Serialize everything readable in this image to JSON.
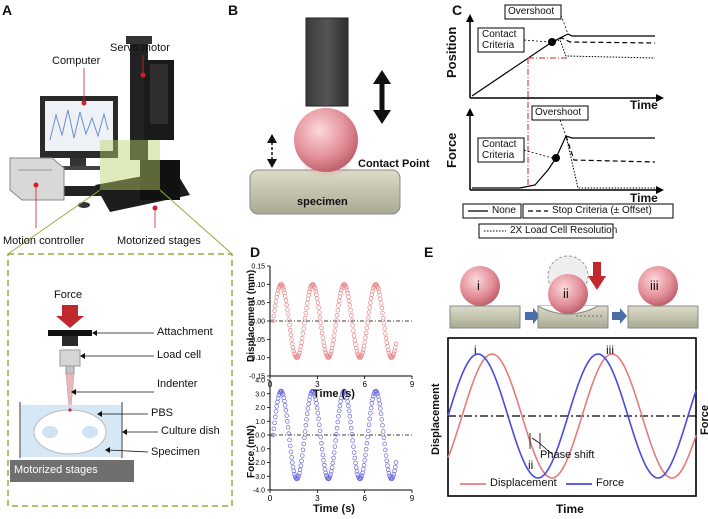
{
  "panels": {
    "a": {
      "letter": "A",
      "labels": {
        "computer": "Computer",
        "servo_motor": "Servo motor",
        "motion_controller": "Motion controller",
        "motorized_stages": "Motorized stages"
      },
      "inset": {
        "force": "Force",
        "attachment": "Attachment",
        "load_cell": "Load cell",
        "indenter": "Indenter",
        "pbs": "PBS",
        "culture_dish": "Culture dish",
        "specimen": "Specimen",
        "motorized_stages": "Motorized stages"
      }
    },
    "b": {
      "letter": "B",
      "contact_point": "Contact Point",
      "specimen": "specimen"
    },
    "c": {
      "letter": "C",
      "position_ylabel": "Position",
      "force_ylabel": "Force",
      "time_label": "Time",
      "overshoot": "Overshoot",
      "contact_criteria_line1": "Contact",
      "contact_criteria_line2": "Criteria",
      "legend": {
        "none": "None",
        "stop": "Stop Criteria (± Offset)",
        "loadcell": "2X Load Cell Resolution"
      }
    },
    "d": {
      "letter": "D",
      "top": {
        "ylabel": "Displacement (mm)",
        "xlabel": "Time (s)",
        "yticks": [
          "0.15",
          "0.10",
          "0.05",
          "0.00",
          "-0.05",
          "-0.10",
          "-0.15"
        ],
        "xticks": [
          "0",
          "3",
          "6",
          "9"
        ]
      },
      "bottom": {
        "ylabel": "Force (mN)",
        "xlabel": "Time (s)",
        "yticks": [
          "4.0",
          "3.0",
          "2.0",
          "1.0",
          "0.0",
          "-1.0",
          "-2.0",
          "-3.0",
          "-4.0"
        ],
        "xticks": [
          "0",
          "3",
          "6",
          "9"
        ]
      }
    },
    "e": {
      "letter": "E",
      "states": [
        "i",
        "ii",
        "iii"
      ],
      "ylabel_left": "Displacement",
      "ylabel_right": "Force",
      "xlabel": "Time",
      "phase_shift": "Phase shift",
      "legend": {
        "displacement": "Displacement",
        "force": "Force"
      }
    }
  },
  "chart_data": [
    {
      "type": "scatter",
      "panel": "D-top",
      "xlabel": "Time (s)",
      "ylabel": "Displacement (mm)",
      "xlim": [
        0,
        9
      ],
      "ylim": [
        -0.15,
        0.15
      ],
      "series": [
        {
          "amplitude": 0.1,
          "period_s": 2.0,
          "t_start": 0.2,
          "t_end": 8.0,
          "color": "#e88a8a"
        }
      ]
    },
    {
      "type": "scatter",
      "panel": "D-bottom",
      "xlabel": "Time (s)",
      "ylabel": "Force (mN)",
      "xlim": [
        0,
        9
      ],
      "ylim": [
        -4.0,
        4.0
      ],
      "series": [
        {
          "amplitude": 3.2,
          "period_s": 2.0,
          "t_start": 0.2,
          "t_end": 8.0,
          "color": "#6b6bdc"
        }
      ]
    }
  ],
  "colors": {
    "displacement": "#e57b7b",
    "force": "#4a4ae0",
    "sphere": "#e7a0a8",
    "specimen_fill": "#c9cab3",
    "inset_border": "#8fae3e",
    "arrow_red": "#c0282d",
    "arrow_blue": "#4a6ea8"
  }
}
